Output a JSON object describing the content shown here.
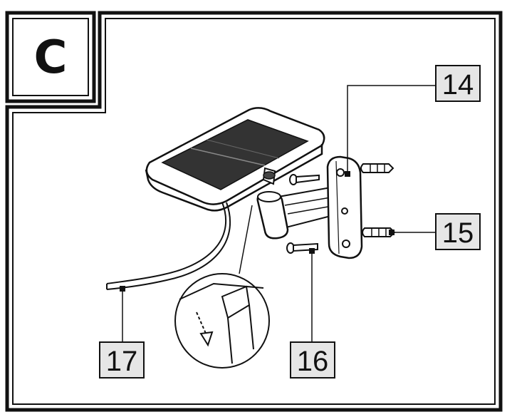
{
  "step": {
    "letter": "C"
  },
  "callouts": [
    {
      "id": "14",
      "label": "14"
    },
    {
      "id": "15",
      "label": "15"
    },
    {
      "id": "16",
      "label": "16"
    },
    {
      "id": "17",
      "label": "17"
    }
  ],
  "colors": {
    "ink": "#111111",
    "label_fill": "#e6e6e6",
    "panel_fill": "#333333",
    "background": "#ffffff"
  }
}
